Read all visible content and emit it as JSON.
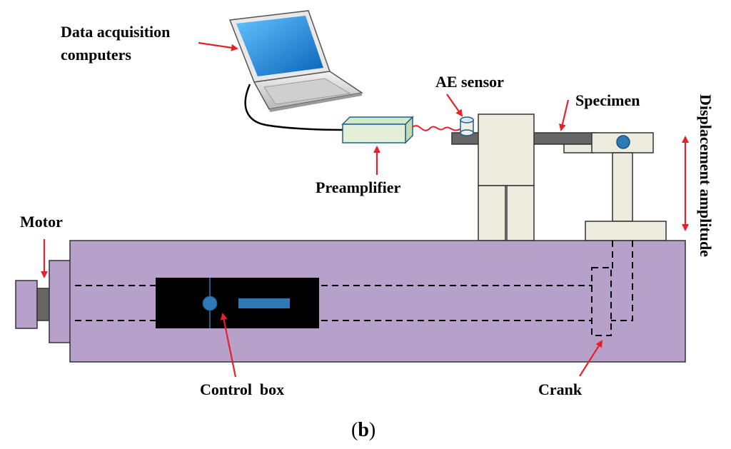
{
  "labels": {
    "data_acquisition_line1": "Data acquisition",
    "data_acquisition_line2": "computers",
    "preamplifier": "Preamplifier",
    "ae_sensor": "AE sensor",
    "specimen": "Specimen",
    "displacement_amplitude": "Displacement amplitude",
    "motor": "Motor",
    "control_box": "Control  box",
    "crank": "Crank"
  },
  "caption": {
    "open": "(",
    "letter": "b",
    "close": ")"
  },
  "colors": {
    "machine_body": "#b7a0c9",
    "stand": "#ecebdd",
    "specimen_bar": "#666666",
    "control_box": "#000000",
    "control_elements": "#2e79b8",
    "preamplifier": "#e3f0d7",
    "preamplifier_edge": "#1f5f92",
    "signal_wire": "#e8202a",
    "arrow": "#e8202a",
    "laptop_screen": "#1c8ee0",
    "laptop_body": "#d9d9d9"
  }
}
